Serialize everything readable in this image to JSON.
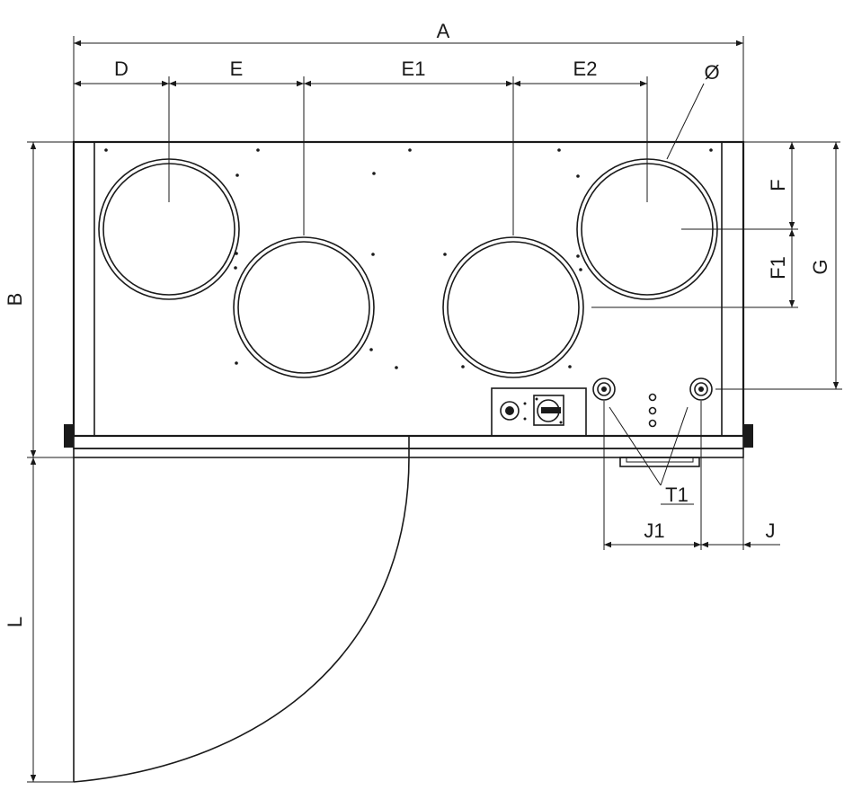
{
  "dimension_labels": {
    "A": "A",
    "B": "B",
    "D": "D",
    "E": "E",
    "E1": "E1",
    "E2": "E2",
    "diameter": "Ø",
    "F": "F",
    "F1": "F1",
    "G": "G",
    "T1": "T1",
    "J1": "J1",
    "J": "J",
    "L": "L"
  },
  "colors": {
    "line": "#1a1a1a",
    "background": "#ffffff"
  }
}
